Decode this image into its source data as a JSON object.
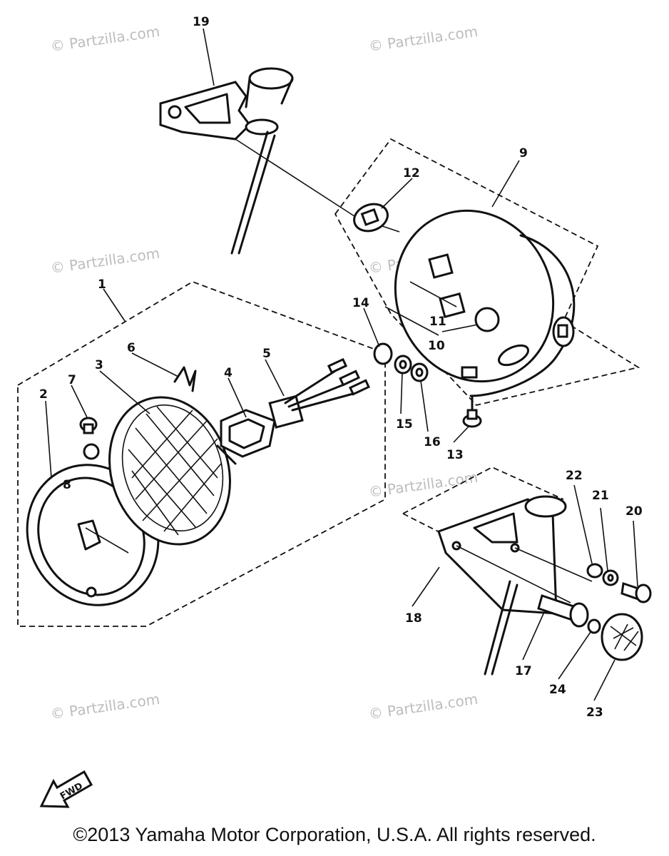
{
  "watermark": "© Partzilla.com",
  "copyright": "©2013 Yamaha Motor Corporation, U.S.A. All rights reserved.",
  "fwd_label": "FWD",
  "part_numbers": {
    "p1": "1",
    "p2": "2",
    "p3": "3",
    "p4": "4",
    "p5": "5",
    "p6": "6",
    "p7": "7",
    "p8": "8",
    "p9": "9",
    "p10": "10",
    "p11": "11",
    "p12": "12",
    "p13": "13",
    "p14": "14",
    "p15": "15",
    "p16": "16",
    "p17": "17",
    "p18": "18",
    "p19": "19",
    "p20": "20",
    "p21": "21",
    "p22": "22",
    "p23": "23",
    "p24": "24"
  }
}
